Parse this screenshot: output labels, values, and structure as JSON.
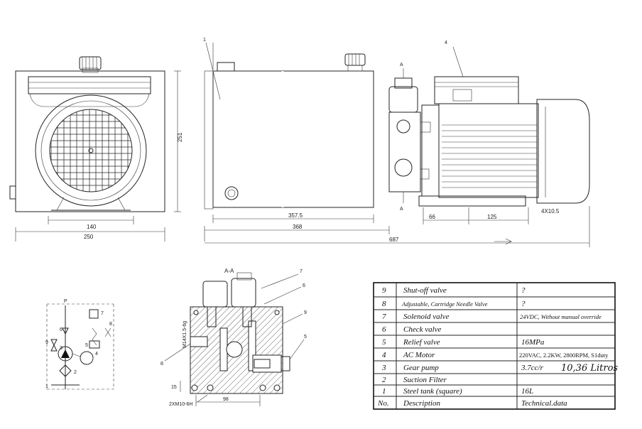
{
  "dimensions": {
    "front_height": "251",
    "front_base": "140",
    "front_width": "250",
    "tank_length": "357.5",
    "tank_mount": "368",
    "overall_length": "687",
    "motor_66": "66",
    "motor_125": "125",
    "motor_holes": "4X10.5"
  },
  "part_callouts": {
    "tank": "1",
    "motor": "4",
    "section_a_top": "A",
    "section_a_bottom": "A"
  },
  "section_view": {
    "title": "A-A",
    "callout_7": "7",
    "callout_6": "6",
    "callout_9": "9",
    "callout_5": "5",
    "callout_8": "8",
    "thread_vertical": "M14X1.5-6g",
    "thread_bottom": "2XM10-6H",
    "dim_bottom": "98",
    "dim_left": "15"
  },
  "schematic": {
    "label_p": "P",
    "labels": [
      "7",
      "6",
      "9",
      "3",
      "5",
      "4",
      "1",
      "2",
      "8"
    ]
  },
  "parts_table": {
    "header": {
      "no": "No.",
      "description": "Description",
      "data": "Technical.data"
    },
    "rows": [
      {
        "no": "9",
        "description": "Shut-off valve",
        "data": "?"
      },
      {
        "no": "8",
        "description": "Adjustable, Cartridge Needle Valve",
        "data": "?"
      },
      {
        "no": "7",
        "description": "Solenoid valve",
        "data": "24VDC, Without manual override"
      },
      {
        "no": "6",
        "description": "Check valve",
        "data": ""
      },
      {
        "no": "5",
        "description": "Relief valve",
        "data": "16MPa"
      },
      {
        "no": "4",
        "description": "AC Motor",
        "data": "220VAC, 2.2KW, 2800RPM, S1duty"
      },
      {
        "no": "3",
        "description": "Gear pump",
        "data": "3.7cc/r"
      },
      {
        "no": "2",
        "description": "Suction Filter",
        "data": ""
      },
      {
        "no": "1",
        "description": "Steel tank (square)",
        "data": "16L"
      }
    ],
    "handwritten_note": "10,36 Litros"
  }
}
